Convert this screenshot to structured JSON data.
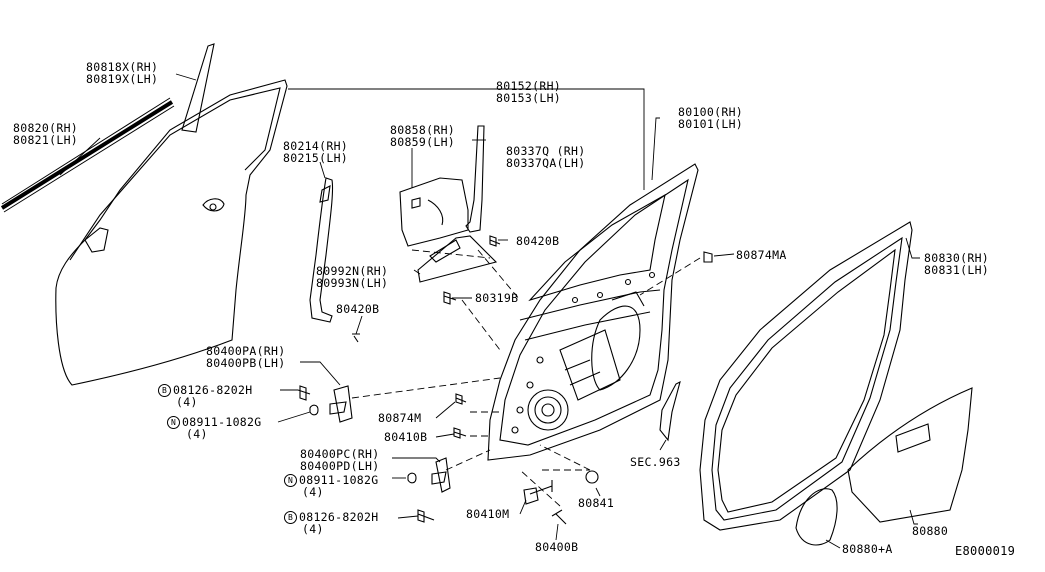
{
  "labels": {
    "p80818x": "80818X(RH)",
    "p80819x": "80819X(LH)",
    "p80820": "80820(RH)",
    "p80821": "80821(LH)",
    "p80152": "80152(RH)",
    "p80153": "80153(LH)",
    "p80100": "80100(RH)",
    "p80101": "80101(LH)",
    "p80214": "80214(RH)",
    "p80215": "80215(LH)",
    "p80858": "80858(RH)",
    "p80859": "80859(LH)",
    "p80337q": "80337Q (RH)",
    "p80337qa": "80337QA(LH)",
    "p80420b_top": "80420B",
    "p80874ma": "80874MA",
    "p80830": "80830(RH)",
    "p80831": "80831(LH)",
    "p80992n": "80992N(RH)",
    "p80993n": "80993N(LH)",
    "p80319b": "80319B",
    "p80420b_mid": "80420B",
    "p80400pa": "80400PA(RH)",
    "p80400pb": "80400PB(LH)",
    "p08126a": "08126-8202H",
    "p08126a_qty": "(4)",
    "p08911a": "08911-1082G",
    "p08911a_qty": "(4)",
    "p80874m": "80874M",
    "p80410b": "80410B",
    "p80400pc": "80400PC(RH)",
    "p80400pd": "80400PD(LH)",
    "p08911b": "08911-1082G",
    "p08911b_qty": "(4)",
    "p08126b": "08126-8202H",
    "p08126b_qty": "(4)",
    "p80410m": "80410M",
    "p80841": "80841",
    "p80400b": "80400B",
    "sec963": "SEC.963",
    "p80880": "80880",
    "p80880a": "80880+A",
    "diagram_code": "E8000019"
  },
  "symbols": {
    "b": "B",
    "n": "N"
  }
}
